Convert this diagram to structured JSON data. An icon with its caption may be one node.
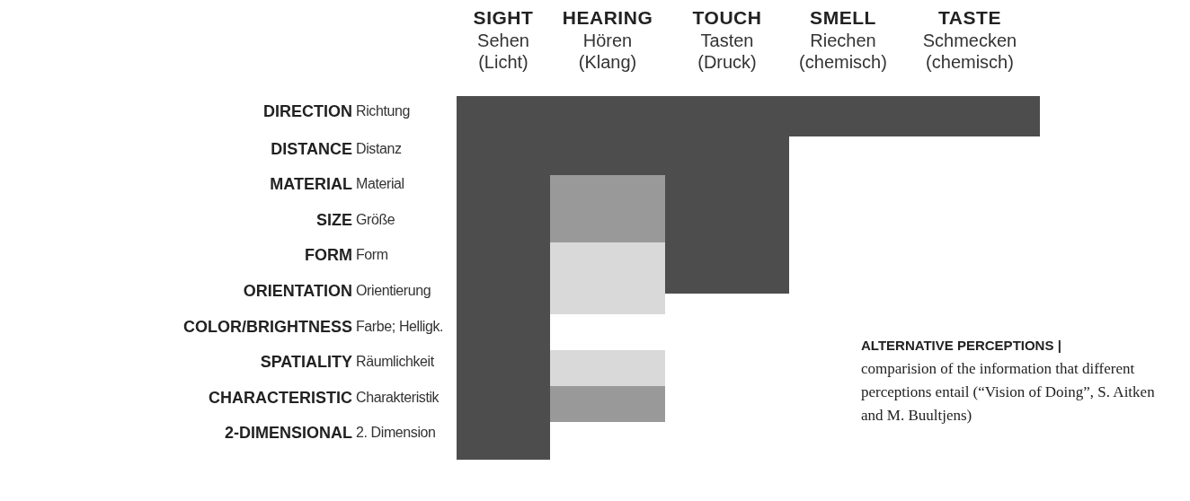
{
  "diagram": {
    "caption": "**ALTERNATIVE PERCEPTIONS |** comparision of the information that different perceptions entail (“Vision of Doing”, S. Aitken and M. Buultjens)",
    "labels": [
      "SIGHT",
      "HEARING",
      "TOUCH",
      "SMELL",
      "TASTE",
      "Sehen (Licht)",
      "Hören (Klang)",
      "Tasten (Druck)",
      "Riechen (chemisch)",
      "Schmecken (chemisch)",
      "DIRECTION",
      "Richtung",
      "DISTANCE",
      "Distanz",
      "MATERIAL",
      "Material",
      "SIZE",
      "Größe",
      "FORM",
      "Form",
      "ORIENTATION",
      "Orientierung",
      "COLOR/BRIGHTNESS",
      "Farbe; Helligk.",
      "SPATIALITY",
      "Räumlichkeit",
      "CHARACTERISTIC",
      "Charakteristik",
      "2-DIMENSIONAL",
      "2. Dimension"
    ]
  }
}
